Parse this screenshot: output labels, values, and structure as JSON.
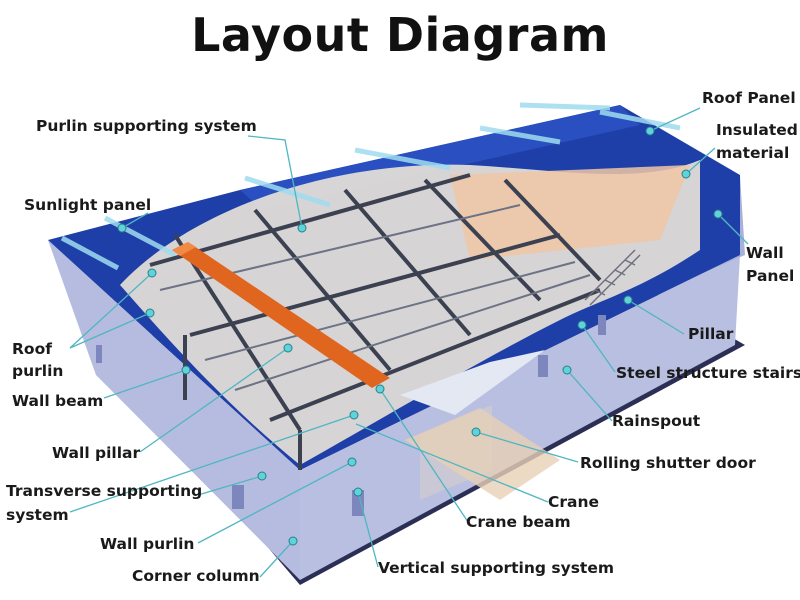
{
  "title": "Layout Diagram",
  "labels": {
    "purlin_supporting_system": "Purlin supporting system",
    "sunlight_panel": "Sunlight panel",
    "roof_purlin_1": "Roof",
    "roof_purlin_2": "purlin",
    "wall_beam": "Wall beam",
    "wall_pillar": "Wall pillar",
    "transverse_1": "Transverse supporting",
    "transverse_2": "system",
    "wall_purlin": "Wall purlin",
    "corner_column": "Corner column",
    "vertical_supporting_system": "Vertical supporting system",
    "crane_beam": "Crane beam",
    "crane": "Crane",
    "rolling_shutter_door": "Rolling shutter door",
    "rainspout": "Rainspout",
    "steel_structure_stairs": "Steel structure stairs",
    "pillar": "Pillar",
    "wall_panel_1": "Wall",
    "wall_panel_2": "Panel",
    "insulated_1": "Insulated",
    "insulated_2": "material",
    "roof_panel": "Roof Panel"
  },
  "colors": {
    "roof_blue": "#1f3fa8",
    "roof_dark": "#14287a",
    "wall_lavender": "#aeb5dc",
    "steel": "#3b4150",
    "duct_orange": "#e0661f",
    "floor_cream": "#eae4d8",
    "leader_teal": "#4fb6c2",
    "skylight": "#9fdcf0"
  }
}
